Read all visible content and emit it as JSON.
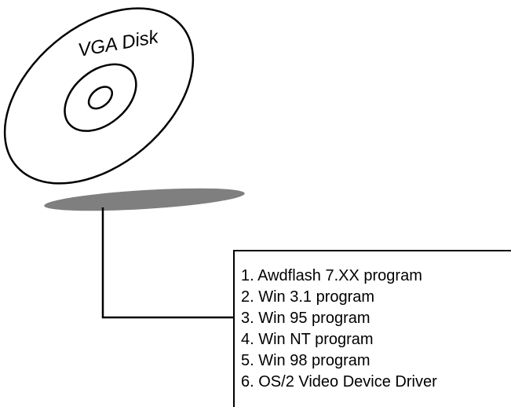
{
  "disk": {
    "label": "VGA Disk"
  },
  "colors": {
    "line": "#000000",
    "platter": "#7f7f7f",
    "background": "#ffffff"
  },
  "driver_list": {
    "items": [
      "1. Awdflash 7.XX program",
      "2. Win 3.1 program",
      "3. Win 95 program",
      "4. Win NT program",
      "5. Win 98 program",
      "6. OS/2 Video Device Driver"
    ]
  }
}
